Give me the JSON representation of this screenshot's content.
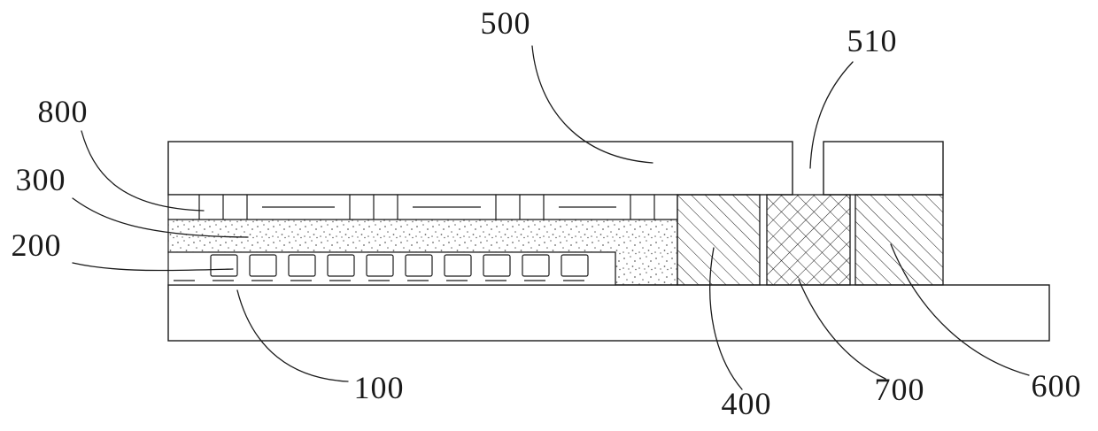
{
  "figure": {
    "type": "patent-cross-section-diagram",
    "background_color": "#ffffff",
    "line_color": "#1a1a1a",
    "labels": {
      "l500": "500",
      "l510": "510",
      "l800": "800",
      "l300": "300",
      "l200": "200",
      "l100": "100",
      "l400": "400",
      "l700": "700",
      "l600": "600"
    }
  }
}
